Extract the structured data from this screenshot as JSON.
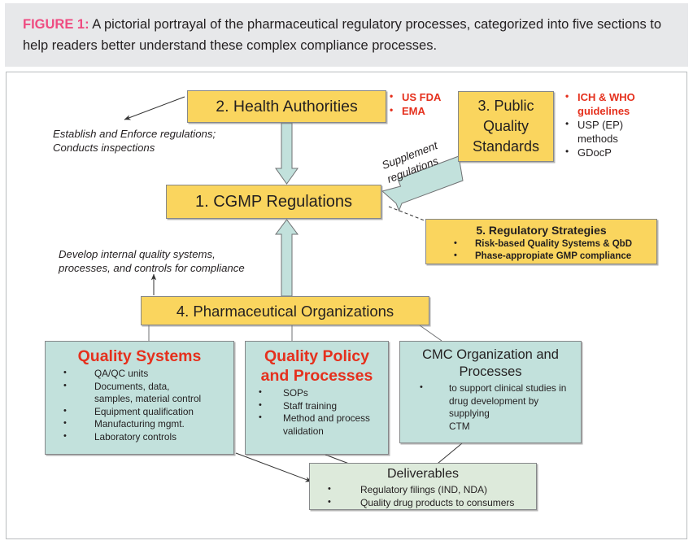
{
  "figure": {
    "label": "FIGURE 1:",
    "caption": " A pictorial portrayal of the pharmaceutical regulatory processes, categorized into five sections to help readers better understand these complex compliance processes."
  },
  "colors": {
    "caption_label": "#ef4b81",
    "caption_band": "#e7e8ea",
    "yellow_box": "#fad55e",
    "teal_box": "#c2e1dc",
    "green_box": "#ddeadb",
    "accent_red": "#e5301d",
    "arrow_teal": "#c2e1dc",
    "box_border": "#86888a",
    "frame_border": "#b9bcbe",
    "text": "#231f20"
  },
  "nodes": {
    "health_authorities": {
      "title": "2. Health Authorities"
    },
    "public_quality_standards": {
      "title": "3. Public Quality Standards"
    },
    "cgmp_regulations": {
      "title": "1. CGMP Regulations"
    },
    "regulatory_strategies": {
      "title": "5. Regulatory Strategies",
      "bullets": [
        "Risk-based Quality Systems & QbD",
        "Phase-appropiate GMP compliance"
      ]
    },
    "pharmaceutical_organizations": {
      "title": "4. Pharmaceutical Organizations"
    },
    "quality_systems": {
      "title": "Quality Systems",
      "bullets": [
        {
          "text": "QA/QC units",
          "cont": ""
        },
        {
          "text": "Documents, data,",
          "cont": "samples, material control"
        },
        {
          "text": "Equipment qualification",
          "cont": ""
        },
        {
          "text": "Manufacturing mgmt.",
          "cont": ""
        },
        {
          "text": "Laboratory controls",
          "cont": ""
        }
      ]
    },
    "quality_policy": {
      "title_line1": "Quality Policy",
      "title_line2": "and Processes",
      "bullets": [
        {
          "text": "SOPs",
          "cont": ""
        },
        {
          "text": "Staff training",
          "cont": ""
        },
        {
          "text": "Method and process",
          "cont": "validation"
        }
      ]
    },
    "cmc_organization": {
      "title_line1": "CMC Organization and",
      "title_line2": "Processes",
      "bullets": [
        {
          "text": "to support clinical studies in",
          "cont": "drug development by supplying",
          "cont2": "CTM"
        }
      ]
    },
    "deliverables": {
      "title": "Deliverables",
      "bullets": [
        "Regulatory filings (IND, NDA)",
        "Quality drug products to consumers"
      ]
    }
  },
  "side_lists": {
    "health_authorities_examples": [
      {
        "text": "US FDA",
        "red": true
      },
      {
        "text": "EMA",
        "red": true
      }
    ],
    "public_standards_examples": [
      {
        "text": "ICH & WHO",
        "cont": "guidelines",
        "red": true
      },
      {
        "text": "USP (EP)",
        "cont": "methods",
        "red": false
      },
      {
        "text": "GDocP",
        "cont": "",
        "red": false
      }
    ]
  },
  "annotations": {
    "establish": {
      "line1": "Establish and Enforce regulations;",
      "line2": "Conducts inspections"
    },
    "develop": {
      "line1": "Develop internal quality systems,",
      "line2": "processes, and controls for compliance"
    },
    "supplement": {
      "line1": "Supplement",
      "line2": "regulations"
    }
  }
}
